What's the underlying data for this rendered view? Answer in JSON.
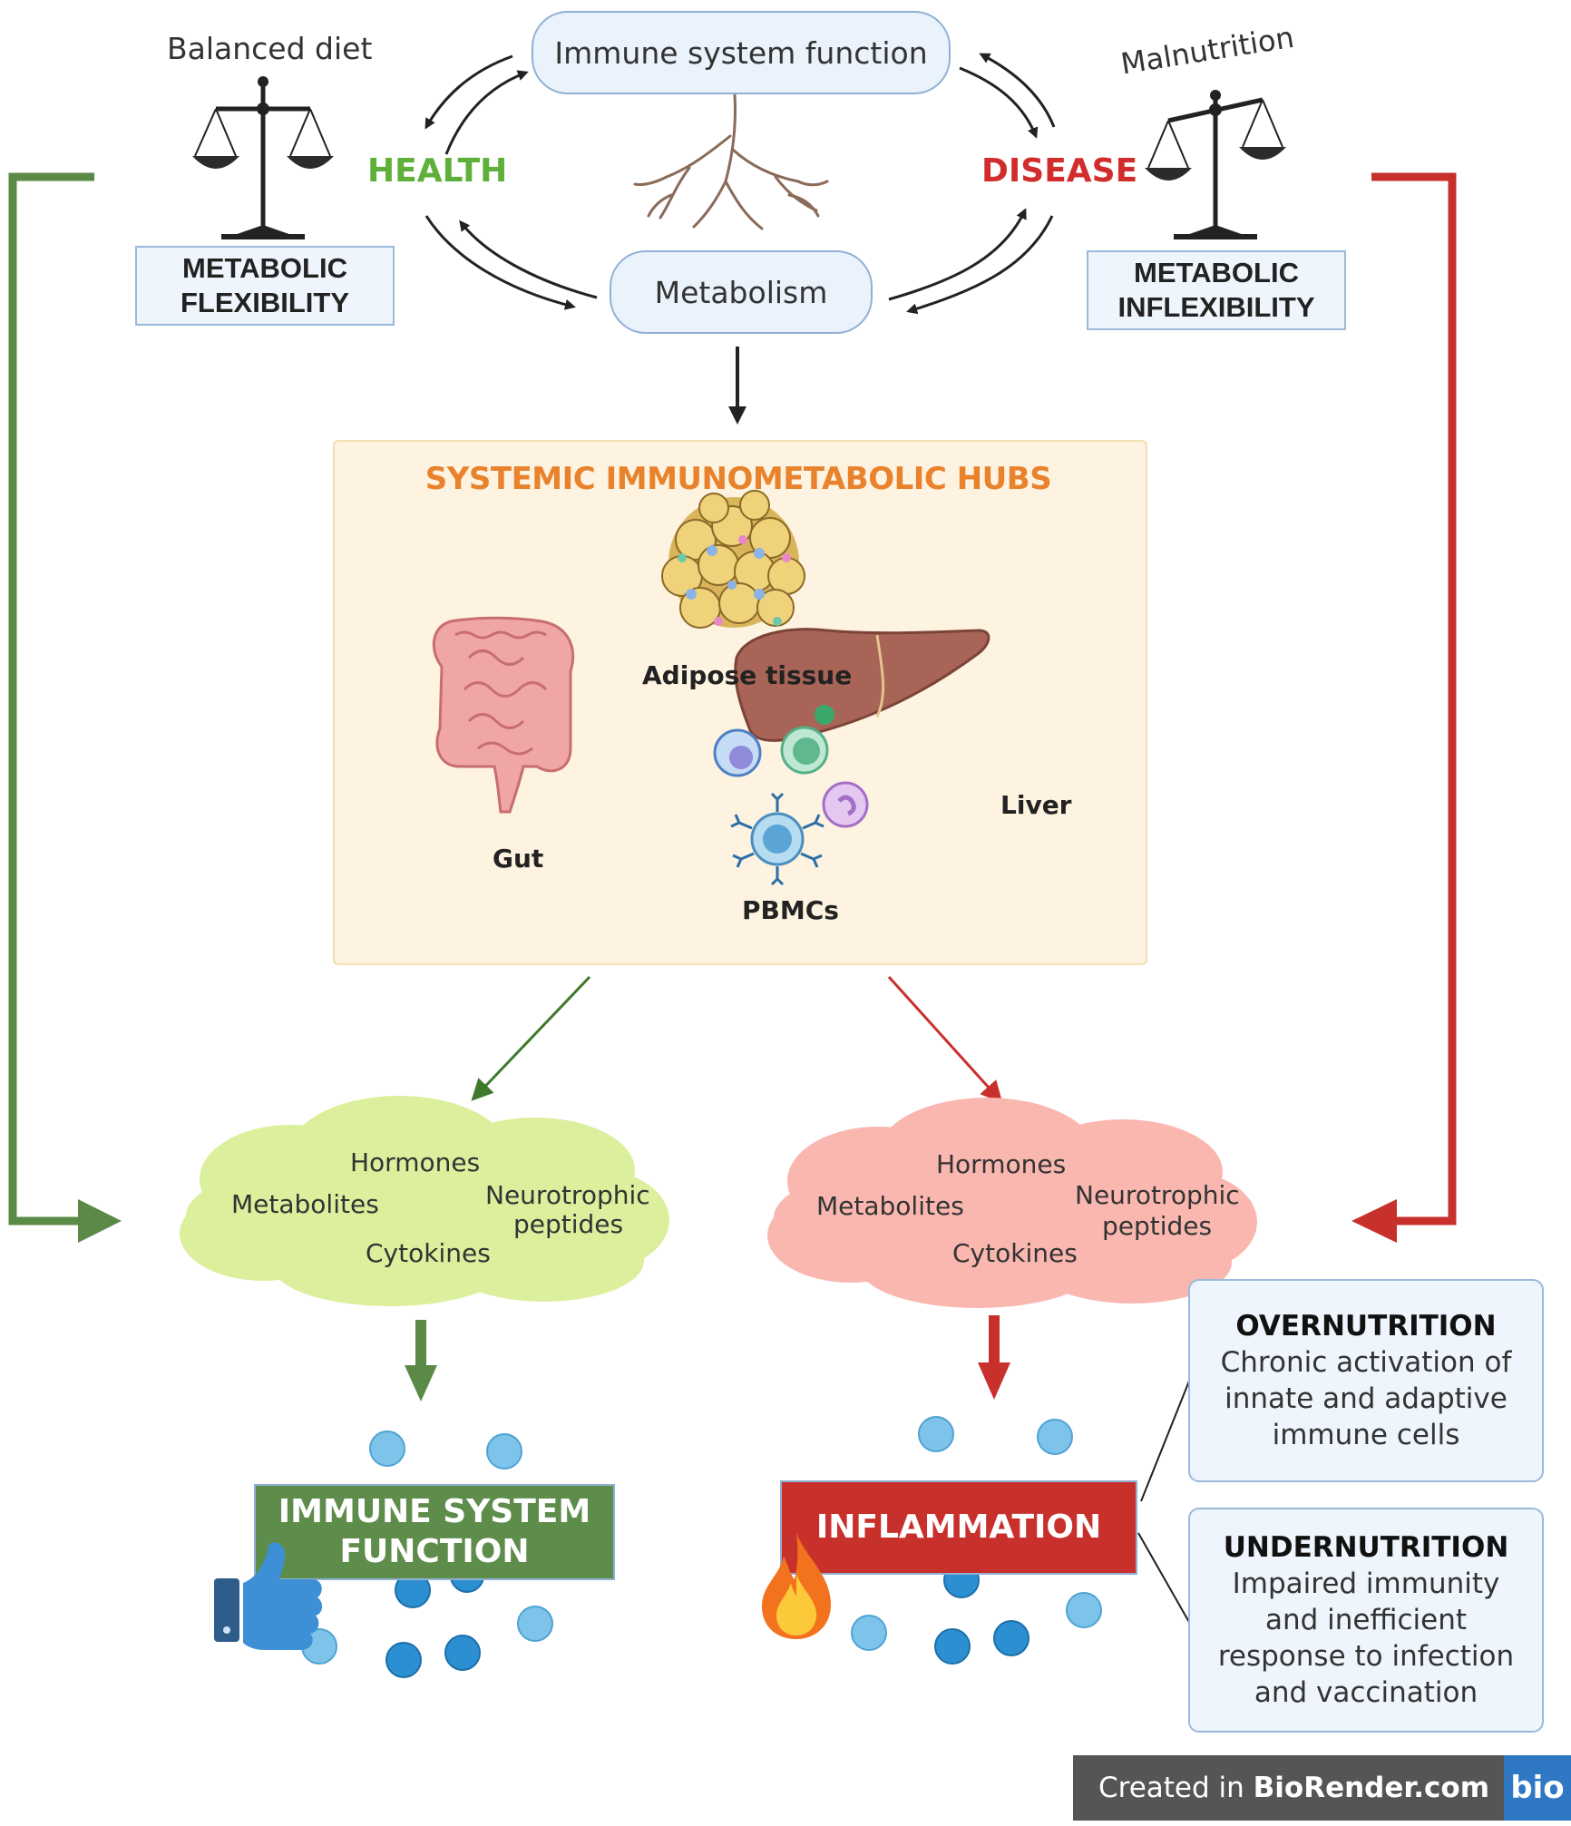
{
  "top": {
    "immune_pill": "Immune system function",
    "metabolism_pill": "Metabolism",
    "health_label": "HEALTH",
    "disease_label": "DISEASE",
    "balanced_diet": "Balanced diet",
    "malnutrition": "Malnutrition",
    "flex_line1": "METABOLIC",
    "flex_line2": "FLEXIBILITY",
    "inflex_line1": "METABOLIC",
    "inflex_line2": "INFLEXIBILITY"
  },
  "hubs": {
    "title": "SYSTEMIC IMMUNOMETABOLIC HUBS",
    "adipose": "Adipose tissue",
    "gut": "Gut",
    "liver": "Liver",
    "pbmcs": "PBMCs"
  },
  "cloud_left": {
    "hormones": "Hormones",
    "metabolites": "Metabolites",
    "neuro1": "Neurotrophic",
    "neuro2": "peptides",
    "cytokines": "Cytokines"
  },
  "cloud_right": {
    "hormones": "Hormones",
    "metabolites": "Metabolites",
    "neuro1": "Neurotrophic",
    "neuro2": "peptides",
    "cytokines": "Cytokines"
  },
  "outcomes": {
    "immune_line1": "IMMUNE SYSTEM",
    "immune_line2": "FUNCTION",
    "inflammation": "INFLAMMATION"
  },
  "notes": {
    "over_title": "OVERNUTRITION",
    "over_l1": "Chronic activation of",
    "over_l2": "innate and adaptive",
    "over_l3": "immune cells",
    "under_title": "UNDERNUTRITION",
    "under_l1": "Impaired immunity",
    "under_l2": "and inefficient",
    "under_l3": "response to infection",
    "under_l4": "and vaccination"
  },
  "brand": {
    "prefix": "Created in ",
    "name": "BioRender.com",
    "logo": "bio"
  },
  "colors": {
    "green": "#5a8a45",
    "red": "#c8302c",
    "health_text": "#5fb03a",
    "disease_text": "#d22d2d",
    "hub_title": "#e8822c",
    "cloud_green": "#dcef9c",
    "cloud_red": "#f9b7b0"
  }
}
